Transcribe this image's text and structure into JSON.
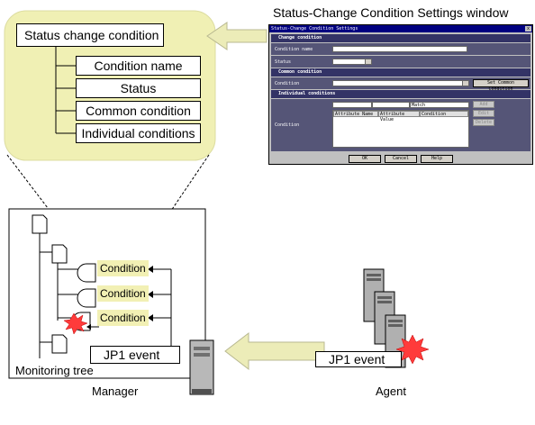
{
  "window_caption": "Status-Change Condition Settings window",
  "tree_root": "Status change condition",
  "tree_children": [
    "Condition name",
    "Status",
    "Common condition",
    "Individual conditions"
  ],
  "settings_window": {
    "title": "Status-Change Condition Settings",
    "close_glyph": "x",
    "section_change": "Change condition",
    "condition_name_label": "Condition name",
    "status_label": "Status",
    "section_common": "Common condition",
    "condition_label": "Condition",
    "set_common_button": "Set Common Condition",
    "section_individual": "Individual conditions",
    "individual_condition_label": "Condition",
    "match_value": "Match",
    "add_button": "Add",
    "edit_button": "Edit",
    "delete_button": "Delete",
    "columns": [
      "Attribute Name",
      "Attribute Value",
      "Condition"
    ],
    "ok_button": "OK",
    "cancel_button": "Cancel",
    "help_button": "Help"
  },
  "monitoring_tree_label": "Monitoring tree",
  "conditions": [
    "Condition",
    "Condition",
    "Condition"
  ],
  "jp1_event_manager": "JP1 event",
  "manager_label": "Manager",
  "jp1_event_agent": "JP1 event",
  "agent_label": "Agent",
  "colors": {
    "bubble": "#f0f0b4",
    "highlight": "#f2f0b4",
    "alert": "#ff3b3b",
    "window_title": "#000080"
  }
}
